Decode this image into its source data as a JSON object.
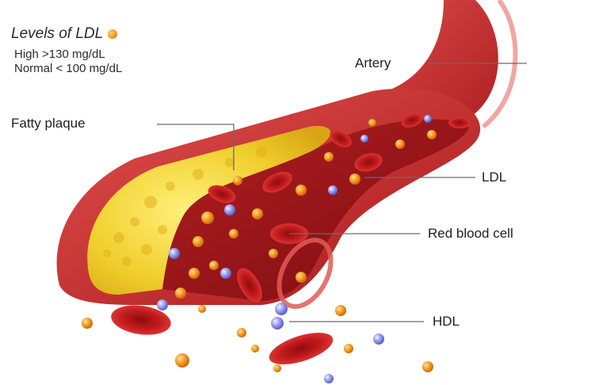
{
  "legend": {
    "title": "Levels of LDL",
    "high": "High >130 mg/dL",
    "normal": "Normal < 100 mg/dL"
  },
  "labels": {
    "artery": "Artery",
    "fatty_plaque": "Fatty plaque",
    "ldl": "LDL",
    "red_blood_cell": "Red blood cell",
    "hdl": "HDL"
  },
  "colors": {
    "artery_wall": "#c8282c",
    "lumen": "#8f1014",
    "plaque": "#f2d23a",
    "ldl": "#f39a1f",
    "hdl": "#7f86e8",
    "rbc": "#c61a1c"
  }
}
